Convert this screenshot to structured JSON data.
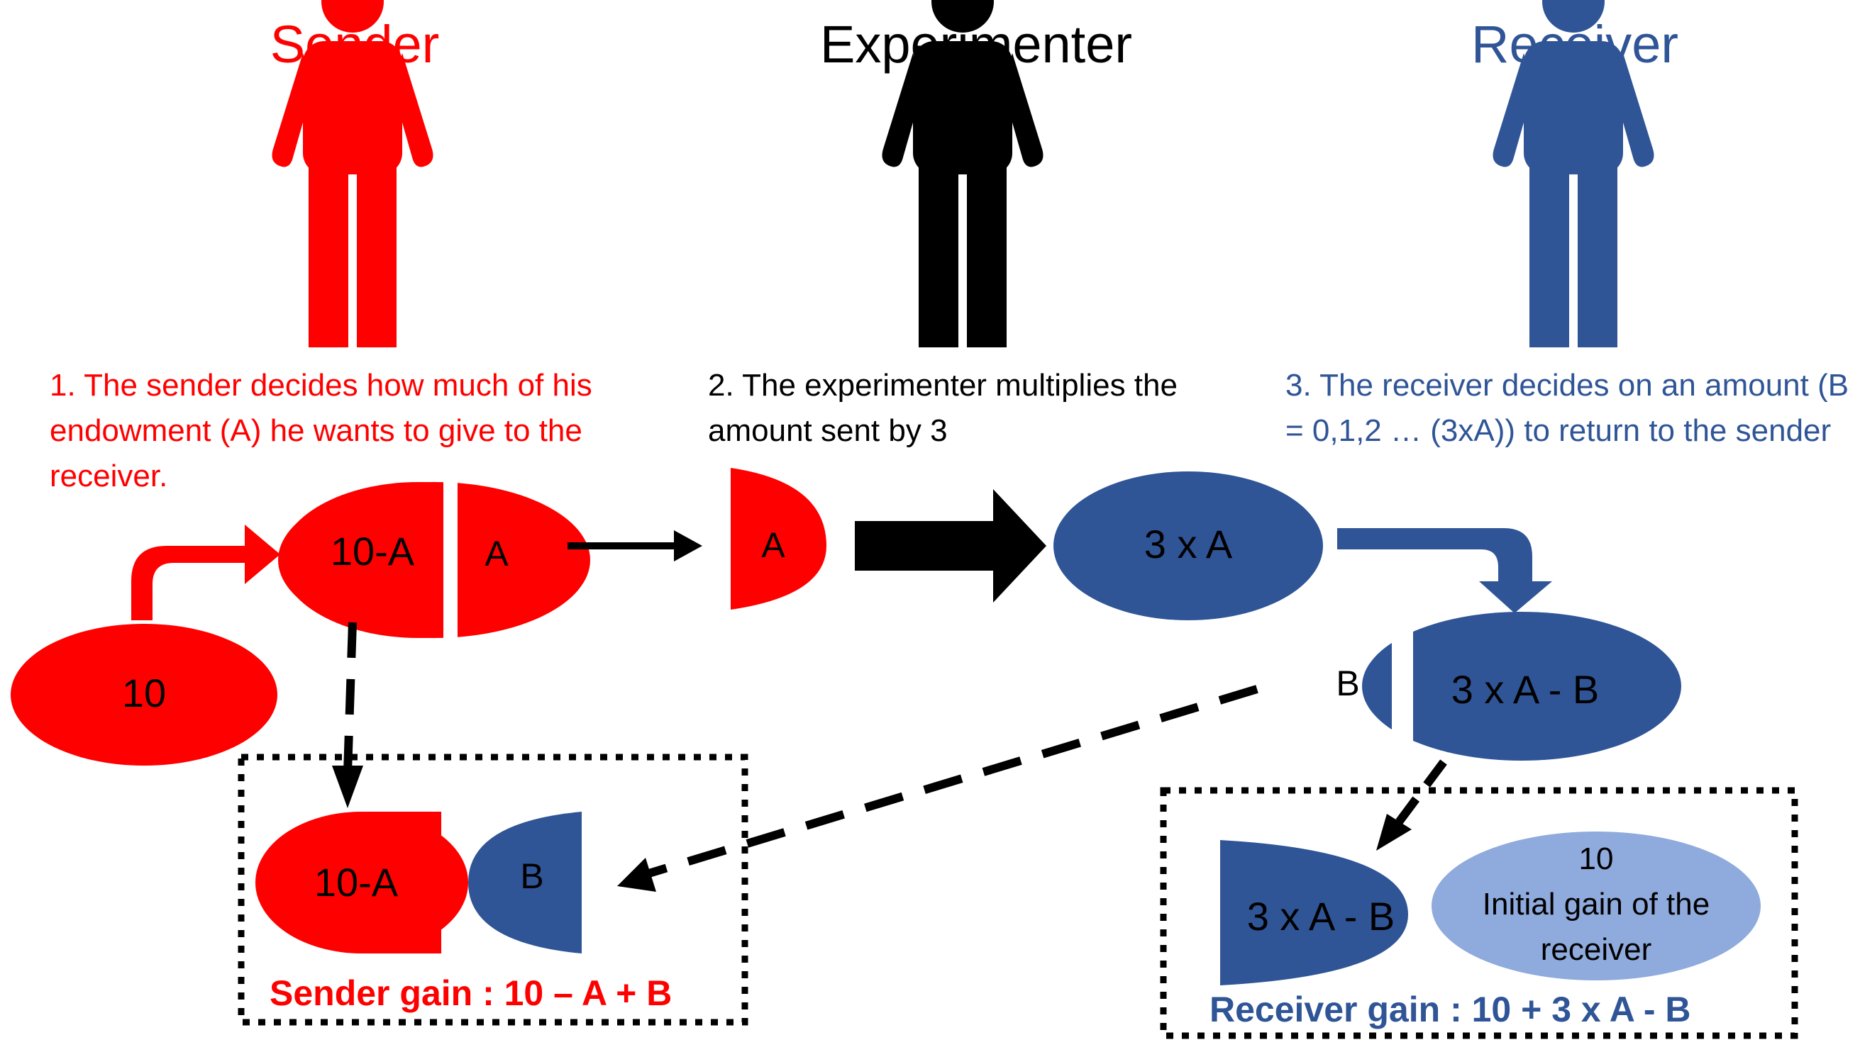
{
  "roles": {
    "sender": "Sender",
    "experimenter": "Experimenter",
    "receiver": "Receiver"
  },
  "steps": {
    "step1": "1. The sender decides how much of his endowment (A) he wants to give to the receiver.",
    "step2": "2. The experimenter multiplies the amount sent by 3",
    "step3": "3. The receiver decides on an amount (B = 0,1,2 … (3xA)) to return to the sender"
  },
  "tokens": {
    "endowment": "10",
    "kept": "10-A",
    "sent": "A",
    "sent_copy": "A",
    "multiplied": "3 x A",
    "returned": "B",
    "receiver_kept": "3 x A - B",
    "sender_box_kept": "10-A",
    "sender_box_returned": "B",
    "receiver_box_kept": "3 x A - B",
    "initial_gain": "10\nInitial gain of the receiver"
  },
  "gains": {
    "sender": "Sender gain : 10 – A + B",
    "receiver": "Receiver gain : 10  + 3 x A - B"
  },
  "colors": {
    "sender": "#ff0000",
    "experimenter": "#000000",
    "receiver": "#2f5597",
    "receiver_light": "#8faadc"
  },
  "icons": [
    "sender-person-icon",
    "experimenter-person-icon",
    "receiver-person-icon"
  ]
}
